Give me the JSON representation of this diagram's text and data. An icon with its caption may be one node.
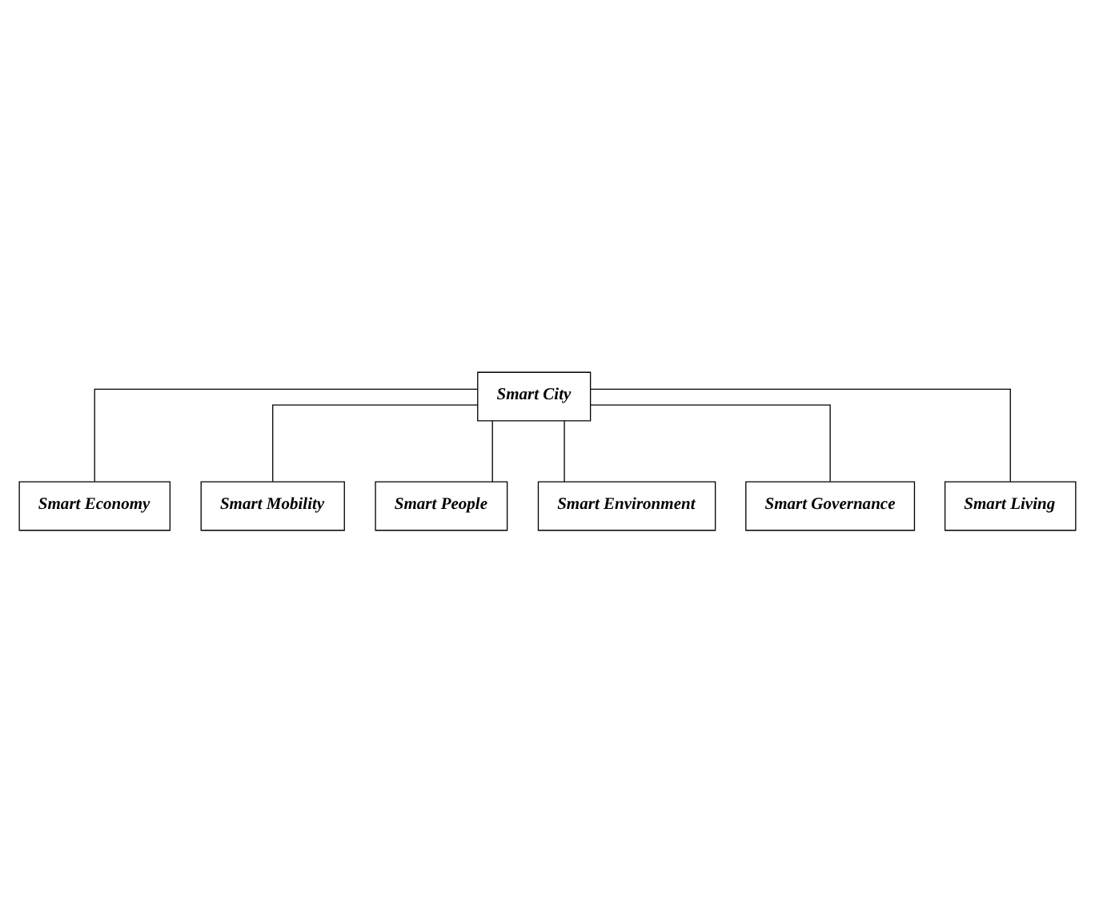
{
  "diagram": {
    "nodes": [
      {
        "text": [
          "Smart City"
        ]
      },
      {
        "text": [
          "Smart Economy"
        ]
      },
      {
        "text": [
          "Smart Mobility"
        ]
      },
      {
        "text": [
          "Smart People"
        ]
      },
      {
        "text": [
          "Smart Environment"
        ]
      },
      {
        "text": [
          "Smart Governance"
        ]
      },
      {
        "text": [
          "Smart Living"
        ]
      }
    ],
    "edges": [
      {
        "from": 0,
        "to": 1,
        "arrow": "none"
      },
      {
        "from": 0,
        "to": 2,
        "arrow": "none"
      },
      {
        "from": 0,
        "to": 3,
        "arrow": "none"
      },
      {
        "from": 0,
        "to": 4,
        "arrow": "none"
      },
      {
        "from": 0,
        "to": 5,
        "arrow": "none"
      },
      {
        "from": 0,
        "to": 6,
        "arrow": "none"
      }
    ]
  }
}
